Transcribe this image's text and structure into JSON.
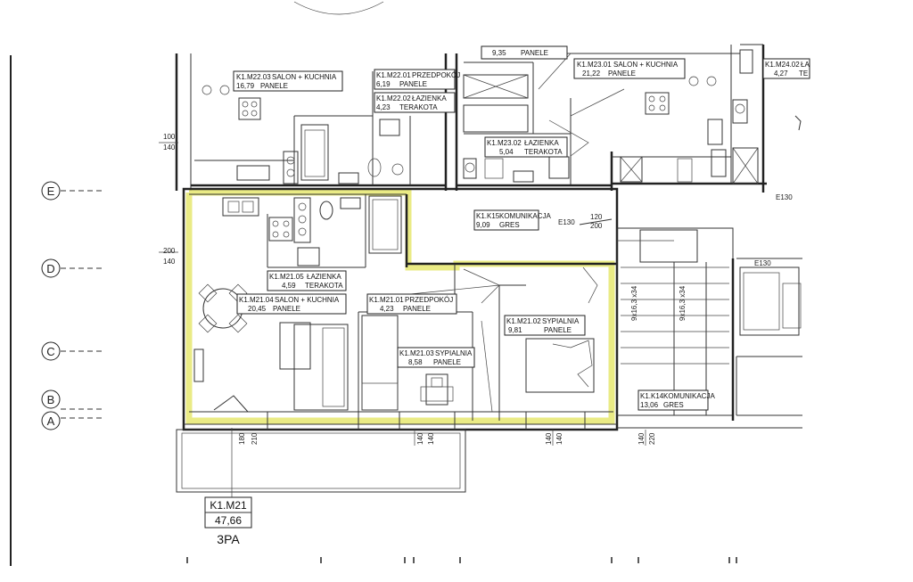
{
  "axes": [
    "E",
    "D",
    "C",
    "B",
    "A"
  ],
  "dims": {
    "d100": "100",
    "d140a": "140",
    "d200": "200",
    "d140b": "140",
    "d180": "180",
    "d210": "210",
    "d140c": "140",
    "d140d": "140",
    "d140e": "140",
    "d140f": "140",
    "d140g": "140",
    "d220": "220",
    "d120": "120",
    "d200b": "200",
    "e130a": "E130",
    "e130b": "E130",
    "e130c": "E130",
    "stair1": "9x16,3\nx34",
    "stair2": "9x16,3\nx34"
  },
  "rooms": [
    {
      "code": "K1.M22.03",
      "name": "SALON + KUCHNIA",
      "area": "16,79",
      "finish": "PANELE"
    },
    {
      "code": "K1.M22.01",
      "name": "PRZEDPOKÓJ",
      "area": "6,19",
      "finish": "PANELE"
    },
    {
      "code": "K1.M22.02",
      "name": "ŁAZIENKA",
      "area": "4,23",
      "finish": "TERAKOTA"
    },
    {
      "code": "",
      "name": "PANELE",
      "area": "9,35",
      "finish": ""
    },
    {
      "code": "K1.M23.01",
      "name": "SALON + KUCHNIA",
      "area": "21,22",
      "finish": "PANELE"
    },
    {
      "code": "K1.M24.02",
      "name": "ŁA",
      "area": "4,27",
      "finish": "TE"
    },
    {
      "code": "K1.M23.02",
      "name": "ŁAZIENKA",
      "area": "5,04",
      "finish": "TERAKOTA"
    },
    {
      "code": "K1.K15",
      "name": "KOMUNIKACJA",
      "area": "9,09",
      "finish": "GRES"
    },
    {
      "code": "K1.M21.05",
      "name": "ŁAZIENKA",
      "area": "4,59",
      "finish": "TERAKOTA"
    },
    {
      "code": "K1.M21.04",
      "name": "SALON + KUCHNIA",
      "area": "20,45",
      "finish": "PANELE"
    },
    {
      "code": "K1.M21.01",
      "name": "PRZEDPOKÓJ",
      "area": "4,23",
      "finish": "PANELE"
    },
    {
      "code": "K1.M21.02",
      "name": "SYPIALNIA",
      "area": "9,81",
      "finish": "PANELE"
    },
    {
      "code": "K1.M21.03",
      "name": "SYPIALNIA",
      "area": "8,58",
      "finish": "PANELE"
    },
    {
      "code": "K1.K14",
      "name": "KOMUNIKACJA",
      "area": "13,06",
      "finish": "GRES"
    }
  ],
  "unit": {
    "code": "K1.M21",
    "area": "47,66",
    "type": "3PA"
  },
  "colors": {
    "highlight": "#e6e870",
    "line": "#222222"
  }
}
